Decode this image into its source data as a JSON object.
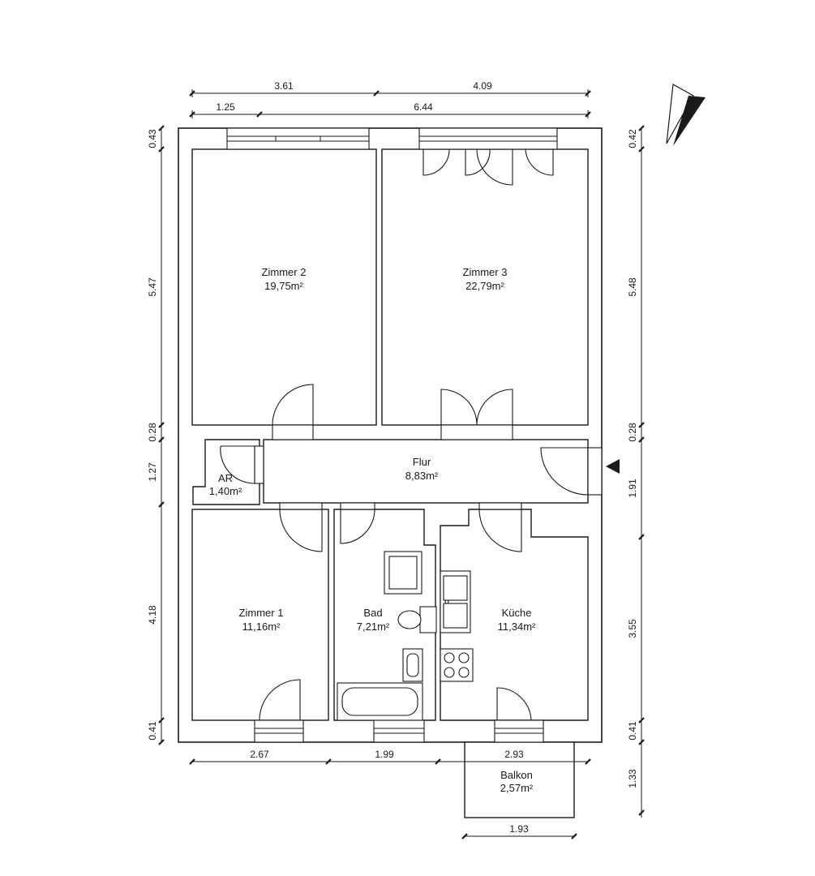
{
  "rooms": {
    "zimmer2": {
      "name": "Zimmer 2",
      "area": "19,75m²"
    },
    "zimmer3": {
      "name": "Zimmer 3",
      "area": "22,79m²"
    },
    "flur": {
      "name": "Flur",
      "area": "8,83m²"
    },
    "ar": {
      "name": "AR",
      "area": "1,40m²"
    },
    "zimmer1": {
      "name": "Zimmer 1",
      "area": "11,16m²"
    },
    "bad": {
      "name": "Bad",
      "area": "7,21m²"
    },
    "kueche": {
      "name": "Küche",
      "area": "11,34m²"
    },
    "balkon": {
      "name": "Balkon",
      "area": "2,57m²"
    }
  },
  "dimensions": {
    "top_outer": [
      "3.61",
      "4.09"
    ],
    "top_inner": [
      "1.25",
      "6.44"
    ],
    "left": [
      "0.43",
      "5.47",
      "0.28",
      "1.27",
      "4.18",
      "0.41"
    ],
    "right": [
      "0.42",
      "5.48",
      "0.28",
      "1.91",
      "3.55",
      "0.41",
      "1.33"
    ],
    "bottom": [
      "2.67",
      "1.99",
      "2.93"
    ],
    "balkon_bottom": "1.93"
  },
  "north_arrow": "north-arrow-icon",
  "entrance_marker": "entrance-arrow-icon",
  "colors": {
    "line": "#1a1a1a",
    "background": "#ffffff"
  }
}
